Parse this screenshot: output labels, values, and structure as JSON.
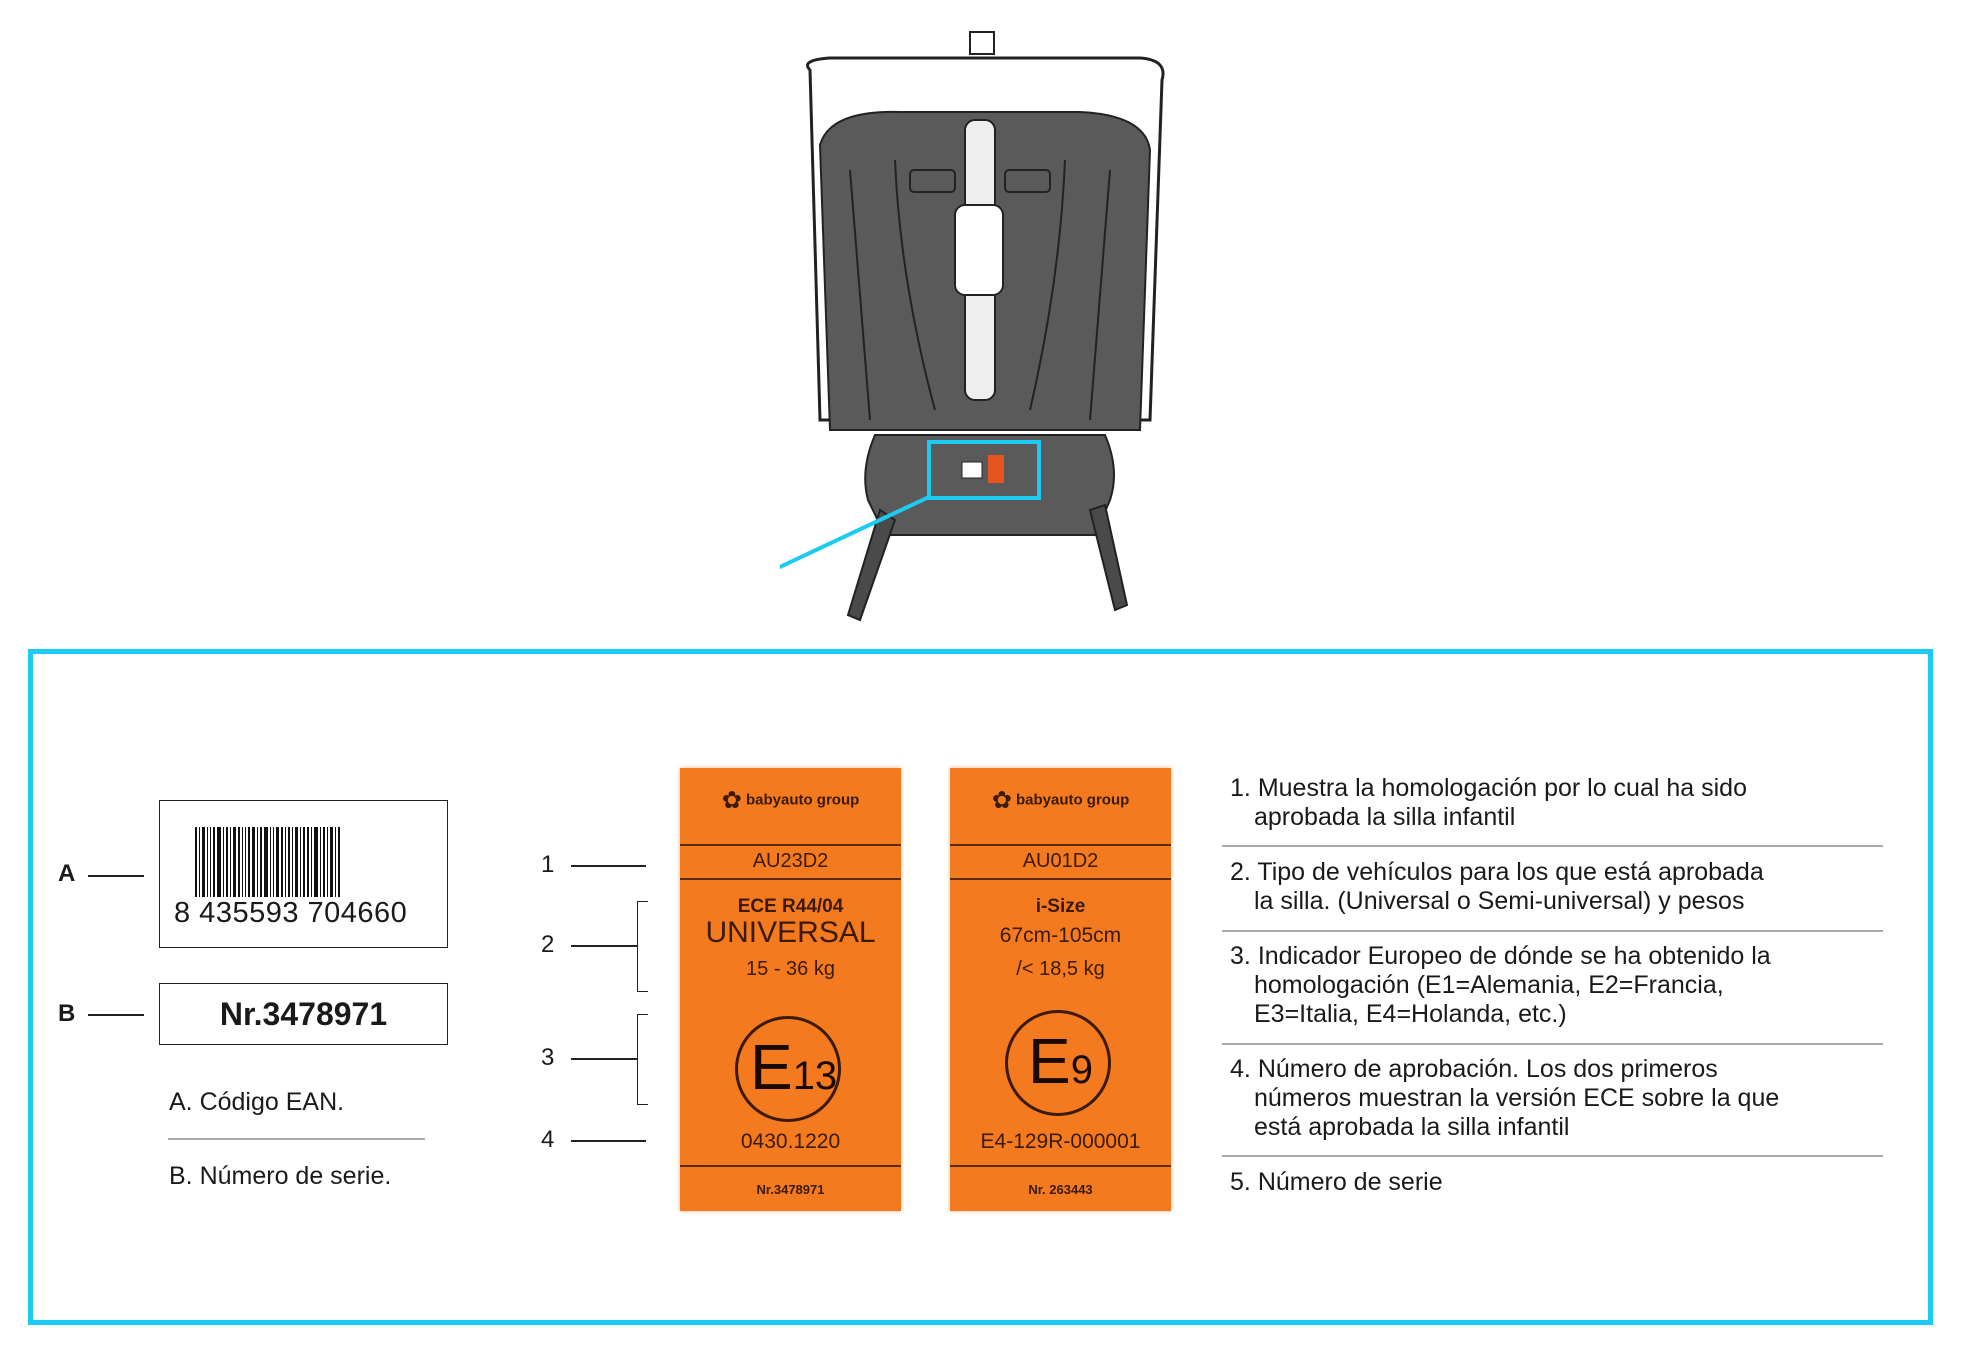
{
  "barcode": {
    "marker": "A",
    "number": "8 435593 704660"
  },
  "serial_box": {
    "marker": "B",
    "value": "Nr.3478971"
  },
  "legend_left": [
    "A. Código EAN.",
    "B. Número de serie."
  ],
  "callout_numbers": [
    "1",
    "2",
    "3",
    "4"
  ],
  "labels": [
    {
      "brand": "babyauto group",
      "code": "AU23D2",
      "line1": "ECE R44/04",
      "line2": "UNIVERSAL",
      "line3": "15 - 36 kg",
      "mark_e": "E",
      "mark_num": "13",
      "approval": "0430.1220",
      "serial": "Nr.3478971"
    },
    {
      "brand": "babyauto group",
      "code": "AU01D2",
      "line1": "i-Size",
      "line2": "67cm-105cm",
      "line3": "/< 18,5 kg",
      "mark_e": "E",
      "mark_num": "9",
      "approval": "E4-129R-000001",
      "serial": "Nr. 263443"
    }
  ],
  "explanations": [
    {
      "n": "1.",
      "a": "Muestra la homologación por lo cual ha sido",
      "b": "aprobada la silla infantil"
    },
    {
      "n": "2.",
      "a": "Tipo de vehículos para los que está aprobada",
      "b": "la silla. (Universal o Semi-universal) y pesos"
    },
    {
      "n": "3.",
      "a": "Indicador Europeo de dónde se ha obtenido la",
      "b": "homologación (E1=Alemania, E2=Francia,",
      "c": "E3=Italia, E4=Holanda, etc.)"
    },
    {
      "n": "4.",
      "a": "Número de aprobación. Los dos primeros",
      "b": "números muestran la versión ECE sobre la que",
      "c": "está aprobada la silla infantil"
    },
    {
      "n": "5.",
      "a": "Número de serie"
    }
  ],
  "colors": {
    "accent": "#1ccbf2",
    "label": "#f47a1f",
    "seat": "#5a5a5a"
  }
}
